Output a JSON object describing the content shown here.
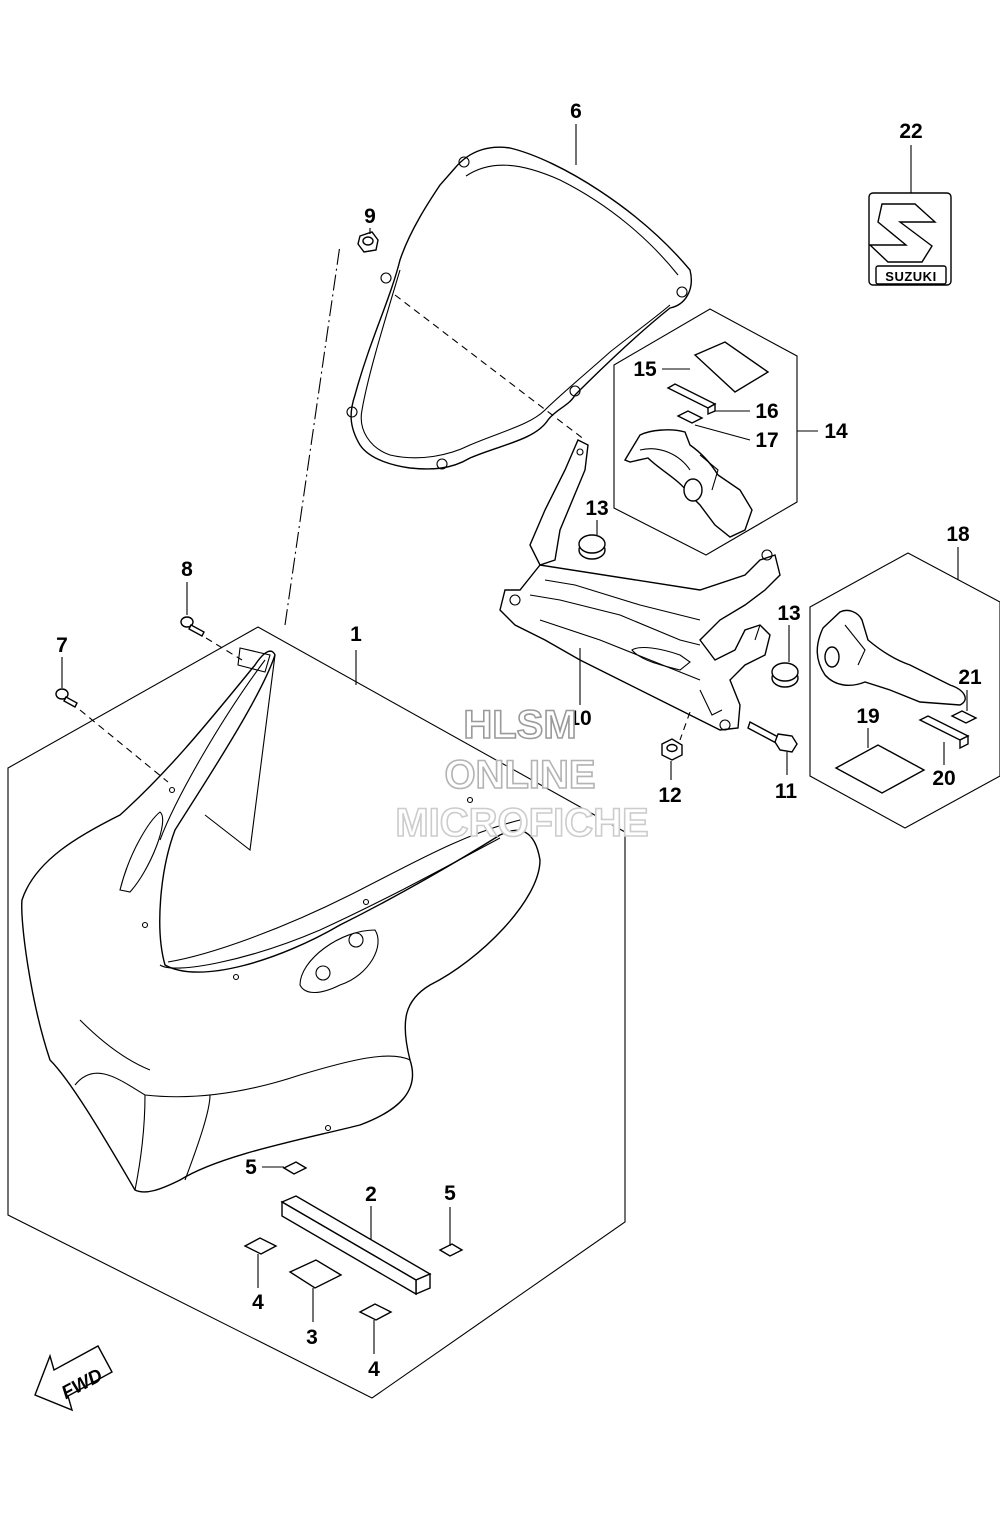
{
  "callouts": {
    "c1": "1",
    "c2": "2",
    "c3": "3",
    "c4a": "4",
    "c4b": "4",
    "c5a": "5",
    "c5b": "5",
    "c6": "6",
    "c7": "7",
    "c8": "8",
    "c9": "9",
    "c10": "10",
    "c11": "11",
    "c12": "12",
    "c13a": "13",
    "c13b": "13",
    "c14": "14",
    "c15": "15",
    "c16": "16",
    "c17": "17",
    "c18": "18",
    "c19": "19",
    "c20": "20",
    "c21": "21",
    "c22": "22"
  },
  "emblem": {
    "brand": "SUZUKI"
  },
  "direction": {
    "label": "FWD"
  },
  "watermark": {
    "line1": "HLSM",
    "line2": "ONLINE",
    "line3": "MICROFICHE"
  }
}
